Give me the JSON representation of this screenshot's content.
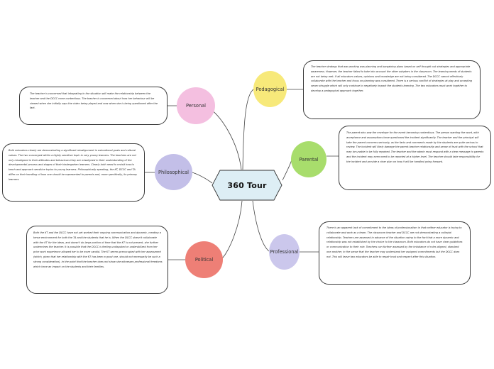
{
  "center": {
    "title": "360 Tour",
    "color": "#ddeef5"
  },
  "topics": {
    "personal": {
      "label": "Personal",
      "color": "#f4bfe0"
    },
    "pedagogical": {
      "label": "Pedagogical",
      "color": "#f7e97a"
    },
    "philosophical": {
      "label": "Philosophical",
      "color": "#c3bfe8"
    },
    "parental": {
      "label": "Parental",
      "color": "#a8dd6c"
    },
    "political": {
      "label": "Political",
      "color": "#ee7f76"
    },
    "professional": {
      "label": "Professional",
      "color": "#cbc7ec"
    }
  },
  "notes": {
    "personal": "The teacher is concerned that integrating in the situation will make the relationship between the teacher and the DCCC more contentious. The teacher is concerned about how her behaviour will be viewed when she initially says the video being played and now when she is being questioned after the fact.",
    "pedagogical": "The teacher strategy that was working was planning and bargaining plans based on self thought out strategies and appropriate awareness. However, the teacher failed to take into account the other adopters in the classroom. The learning needs of students are not being met. If all educators values, opinions and knowledge are not being considered. The DCCC cannot effectively collaborate with the teacher and focus on planning was considered. There is a serious conflict of strategies at play and accepting seven struggle which will only continue to negatively impact the students learning. The two educators must work together to develop a pedagogical approach together.",
    "philosophical": "Both educators clearly are demonstrating a significant misalignment in educational goals and cultural values. The two converged within a highly sensitive topic in very young learners. The teachers are not only misaligned in their attitudes and behaviours they are misaligned in their understanding of the developmental process and stages of their kindergarten learners. Clearly both need to revisit how to teach and approach sensitive topics to young learners. Philosophically speaking, the KT, DCCC and TA differ on their handling of how one should be represented to parents and, more specifically, its primary learners.",
    "parental": "The parent who saw the envelope for the event becoming contentious. The person wanting the word, with acceptance and assumptions have questioned the incident significantly. The teacher and the principal will take the parent concerns seriously, as the facts and comments made by the students are quite serious to review. The incident will likely damage the parent-teacher relationship and sense of trust with the school that may be unable to be fully repaired. The teacher and the admin must respond with a clear message to parents and the incident may even need to be reported at a higher level. The teacher should take responsibility for the incident and provide a clear plan on how it will be handled going forward.",
    "political": "Both the KT and the DCCC have not yet worked their ongoing communication and dynamic, creating a tense environment for both the TA and the students that he is. When the DCCC doesn't collaborate with the KT for the ideas, and doesn't do large portion of time that the KT is not present, she further undermines the teacher. It is possible that the DCCC is feeling undisputed or underutilized from her prior work experience allowed her to be more candid. The KT seems preoccupied with her assessment (which, given that her relationship with the KT has been a good one, should not necessarily be such a strong consideration). In the point that the teacher does not show she witnesses professional freedoms which have an impact on the students and their families.",
    "professional": "There is an apparent lack of commitment to the ideas of professionalism in that neither educator is trying to collaborate and work as a team. The classroom teacher and DCCC are not demonstrating a collegial relationship. Teachers are assessed in advance of the situation owing to the fact that a more dynamic and relationship was not established by the choice to the classroom. Both educators do not have clear guidelines or communication to their role. Teachers can further assessed by the imbalance of roles aligned, standard one another, in the sense that the teacher may understand her assigned commitments but the DCCC does not. This will leave two educators be able to repair trust and respect after this situation."
  }
}
